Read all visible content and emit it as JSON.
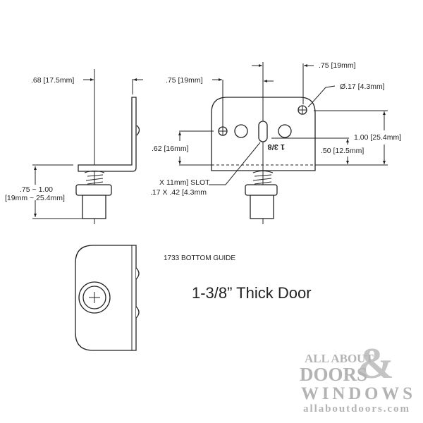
{
  "side_view": {
    "dim_offset": ".68 [17.5mm]",
    "dim_height_line1": ".75 ~ 1.00",
    "dim_height_line2": "[19mm ~ 25.4mm]"
  },
  "front_view": {
    "dim_left_hole": ".75 [19mm]",
    "dim_right_hole": ".75 [19mm]",
    "hole_diameter": "Ø.17 [4.3mm]",
    "dim_062": ".62 [16mm]",
    "dim_100": "1.00 [25.4mm]",
    "dim_050": ".50 [12.5mm]",
    "slot_line1": "X 11mm] SLOT",
    "slot_line2": ".17 X .42 [4.3mm",
    "stamp": "1 3/8"
  },
  "bottom_view": {
    "part_label": "1733 BOTTOM GUIDE"
  },
  "caption": "1-3/8” Thick Door",
  "logo": {
    "line1": "ALL ABOUT",
    "line2": "DOORS",
    "ampersand": "&",
    "line3": "WINDOWS",
    "url": "allaboutdoors.com",
    "color": "#b3b3b3"
  }
}
